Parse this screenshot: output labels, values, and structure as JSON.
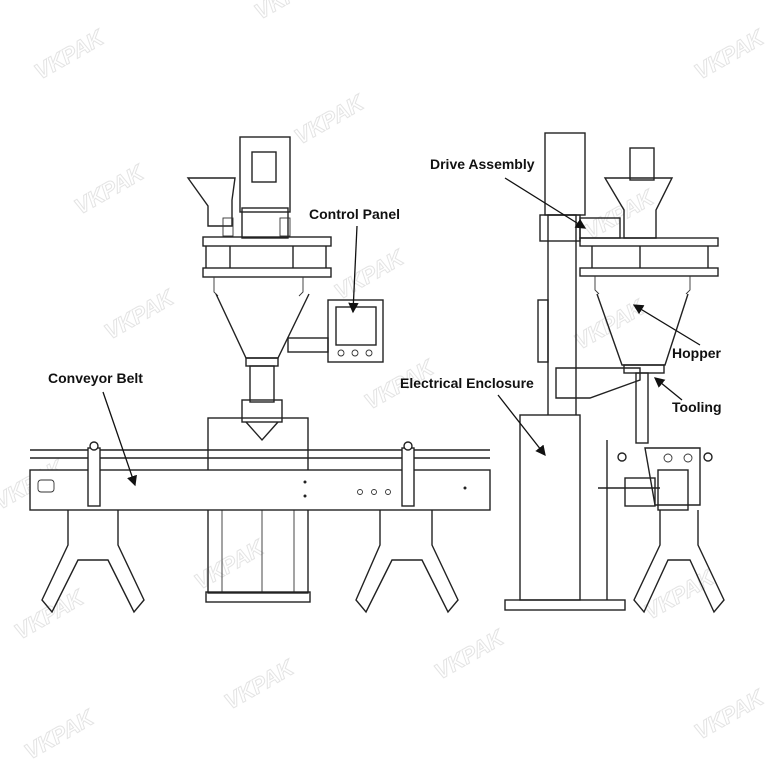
{
  "labels": {
    "control_panel": "Control Panel",
    "conveyor_belt": "Conveyor Belt",
    "drive_assembly": "Drive Assembly",
    "hopper": "Hopper",
    "electrical_enclosure": "Electrical Enclosure",
    "tooling": "Tooling"
  },
  "watermark": "VKPAK",
  "colors": {
    "line": "#222222",
    "background": "#ffffff",
    "watermark": "#e4e4e4"
  }
}
